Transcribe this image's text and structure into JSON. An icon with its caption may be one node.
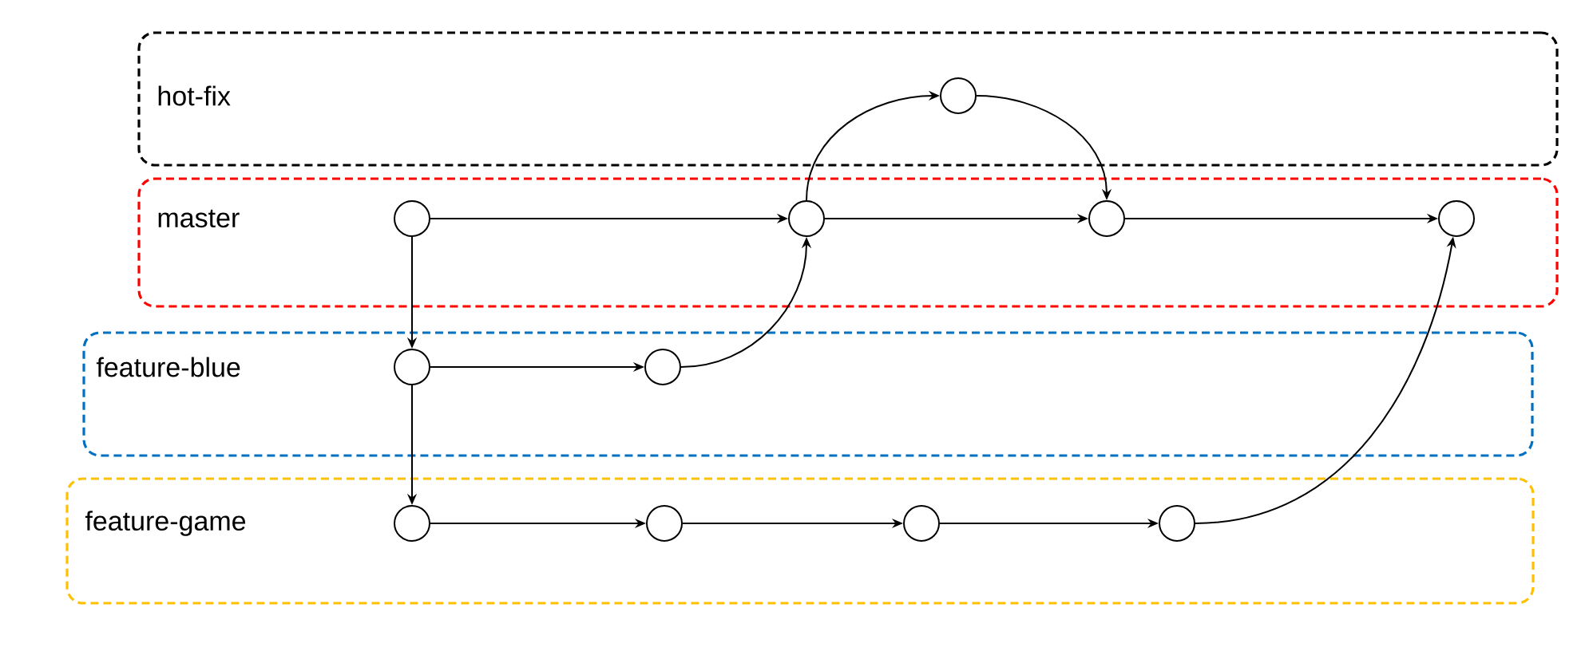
{
  "diagram": {
    "nodes": [
      {
        "text": [
          "hot-fix"
        ]
      },
      {
        "text": [],
        "shape": "circle",
        "in": 0
      },
      {
        "text": [
          "master"
        ]
      },
      {
        "text": [],
        "shape": "circle",
        "in": 2
      },
      {
        "text": [],
        "shape": "circle",
        "in": 2
      },
      {
        "text": [],
        "shape": "circle",
        "in": 2
      },
      {
        "text": [],
        "shape": "circle",
        "in": 2
      },
      {
        "text": [
          "feature-blue"
        ]
      },
      {
        "text": [],
        "shape": "circle",
        "in": 7
      },
      {
        "text": [],
        "shape": "circle",
        "in": 7
      },
      {
        "text": [
          "feature-game"
        ]
      },
      {
        "text": [],
        "shape": "circle",
        "in": 10
      },
      {
        "text": [],
        "shape": "circle",
        "in": 10
      },
      {
        "text": [],
        "shape": "circle",
        "in": 10
      },
      {
        "text": [],
        "shape": "circle",
        "in": 10
      }
    ],
    "edges": [
      {
        "from": 3,
        "to": 4,
        "arrow": "to"
      },
      {
        "from": 4,
        "to": 5,
        "arrow": "to"
      },
      {
        "from": 5,
        "to": 6,
        "arrow": "to"
      },
      {
        "from": 3,
        "to": 8,
        "arrow": "to"
      },
      {
        "from": 8,
        "to": 11,
        "arrow": "to"
      },
      {
        "from": 8,
        "to": 9,
        "arrow": "to"
      },
      {
        "from": 9,
        "to": 4,
        "arrow": "to"
      },
      {
        "from": 4,
        "to": 1,
        "arrow": "to"
      },
      {
        "from": 1,
        "to": 5,
        "arrow": "to"
      },
      {
        "from": 11,
        "to": 12,
        "arrow": "to"
      },
      {
        "from": 12,
        "to": 13,
        "arrow": "to"
      },
      {
        "from": 13,
        "to": 14,
        "arrow": "to"
      },
      {
        "from": 14,
        "to": 6,
        "arrow": "to"
      }
    ]
  }
}
